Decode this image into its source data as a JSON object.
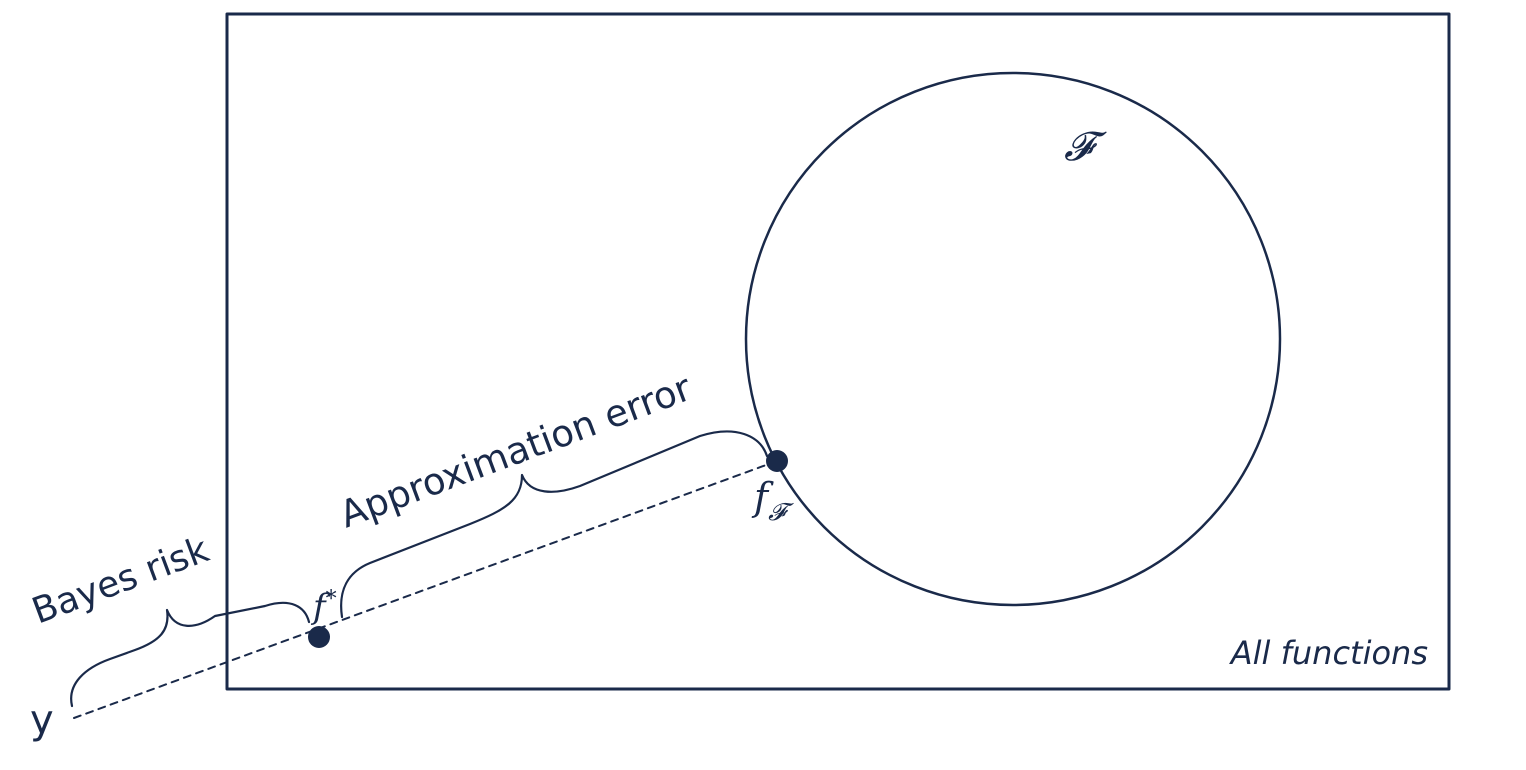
{
  "diagram": {
    "labels": {
      "y": "y",
      "bayes_risk": "Bayes risk",
      "approximation_error": "Approximation error",
      "all_functions": "All functions",
      "function_class": "𝓕",
      "f_star_base": "f",
      "f_star_sup": "*",
      "f_F_base": "f",
      "f_F_sub": "𝓕"
    },
    "colors": {
      "primary": "#1a2a4a",
      "background": "#ffffff"
    }
  }
}
